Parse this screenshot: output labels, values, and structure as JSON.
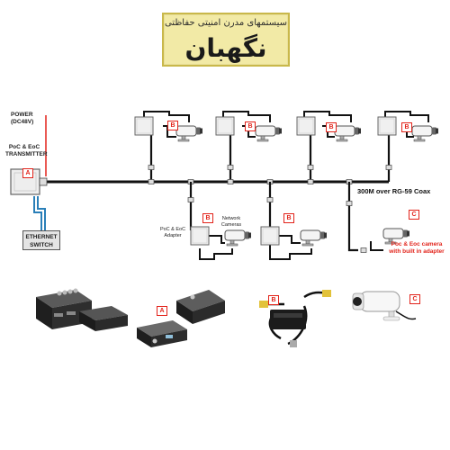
{
  "logo": {
    "line1": "سیستمهای مدرن امنیتی حفاظتی",
    "line2": "نگهبان"
  },
  "labels": {
    "power": "POWER\n(DC48V)",
    "transmitter": "PoC & EoC\nTRANSMITTER",
    "ethernet_switch": "ETHERNET\nSWITCH",
    "adapter": "PoC & EoC\nAdapter",
    "network_cameras": "Network\nCameras",
    "coax": "300M over RG-59 Coax",
    "poc_camera": "Poc & Eoc camera\nwith built in adapter"
  },
  "tags": {
    "a": "A",
    "b": "B",
    "c": "C"
  },
  "colors": {
    "accent_red": "#e2231a",
    "cable_blue": "#2a7fb8",
    "cable_black": "#111111",
    "logo_bg": "#f2eaa6"
  }
}
